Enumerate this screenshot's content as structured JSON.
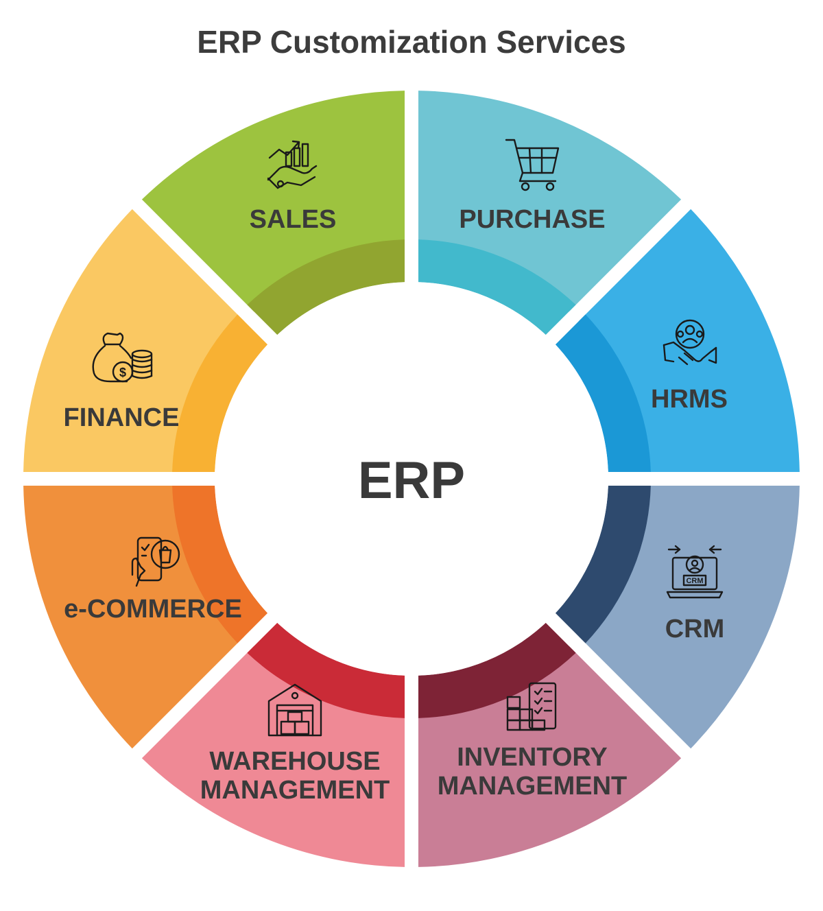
{
  "title": "ERP Customization Services",
  "center": "ERP",
  "segments": [
    {
      "id": "sales",
      "lines": [
        "SALES"
      ],
      "color": "#9dc33f",
      "inner_color": "#91a530",
      "icon": "sales-growth-icon"
    },
    {
      "id": "purchase",
      "lines": [
        "PURCHASE"
      ],
      "color": "#70c5d3",
      "inner_color": "#42b9cc",
      "icon": "shopping-cart-icon"
    },
    {
      "id": "hrms",
      "lines": [
        "HRMS"
      ],
      "color": "#3ab0e6",
      "inner_color": "#1b98d6",
      "icon": "team-handshake-icon"
    },
    {
      "id": "crm",
      "lines": [
        "CRM"
      ],
      "color": "#8ba7c6",
      "inner_color": "#2e4a6e",
      "icon": "crm-laptop-icon"
    },
    {
      "id": "inventory",
      "lines": [
        "INVENTORY",
        "MANAGEMENT"
      ],
      "color": "#c97e96",
      "inner_color": "#7e2336",
      "icon": "inventory-checklist-icon"
    },
    {
      "id": "warehouse",
      "lines": [
        "WAREHOUSE",
        "MANAGEMENT"
      ],
      "color": "#ef8995",
      "inner_color": "#ca2b37",
      "icon": "warehouse-icon"
    },
    {
      "id": "ecommerce",
      "lines": [
        "e-COMMERCE"
      ],
      "color": "#f0903c",
      "inner_color": "#ee7429",
      "icon": "mobile-shopping-icon"
    },
    {
      "id": "finance",
      "lines": [
        "FINANCE"
      ],
      "color": "#fac862",
      "inner_color": "#f8b133",
      "icon": "money-bag-icon"
    }
  ]
}
